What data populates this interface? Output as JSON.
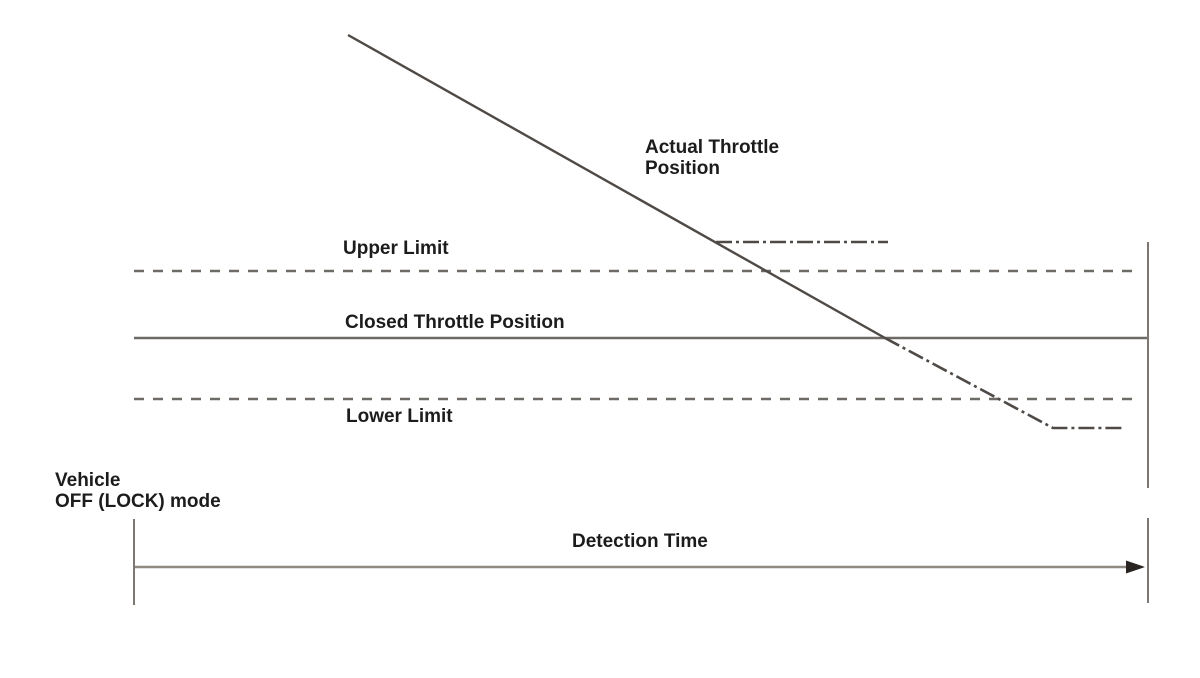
{
  "diagram": {
    "elements": [
      {
        "id": "actual-throttle-trace",
        "label": "Actual Throttle\nPosition",
        "style": "solid falling diagonal line that turns dash-dot after crossing Closed Throttle Position and levels off below Lower Limit"
      },
      {
        "id": "upper-limit-line",
        "label": "Upper Limit",
        "style": "dashed horizontal line"
      },
      {
        "id": "closed-throttle-position-line",
        "label": "Closed Throttle Position",
        "style": "solid horizontal line"
      },
      {
        "id": "lower-limit-line",
        "label": "Lower Limit",
        "style": "dashed horizontal line"
      },
      {
        "id": "vehicle-off-marker",
        "label": "Vehicle\nOFF (LOCK) mode",
        "style": "tick mark at start of time axis"
      },
      {
        "id": "detection-time-arrow",
        "label": "Detection Time",
        "style": "horizontal right-pointing arrow spanning the detection window"
      }
    ],
    "colors": {
      "background": "#ffffff",
      "text": "#1c1c1c",
      "trace": "#4f4a46",
      "reference": "#6e6a66",
      "axis": "#7d7872",
      "arrow_line": "#8f8a82",
      "arrowhead": "#2a2521"
    }
  }
}
